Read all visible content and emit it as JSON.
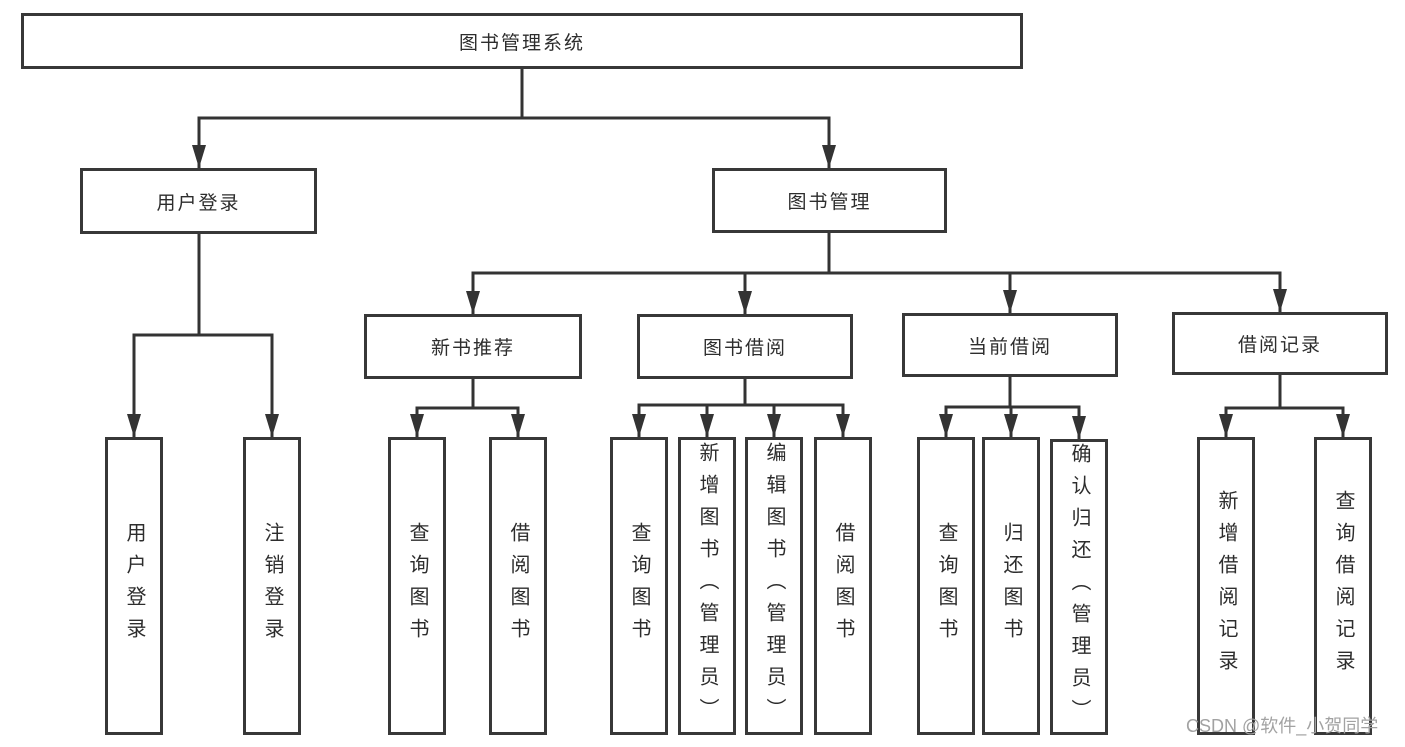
{
  "title": "图书管理系统",
  "watermark": "CSDN @软件_小贺同学",
  "colors": {
    "line": "#333333",
    "box_border": "#383838",
    "text": "#2d2d2d",
    "watermark": "#a2a2a2",
    "background": "#ffffff"
  },
  "diagram_type": "hierarchy-tree",
  "nodes": [
    {
      "id": "root",
      "label": "图书管理系统",
      "level": 1,
      "parent": null
    },
    {
      "id": "user-login",
      "label": "用户登录",
      "level": 2,
      "parent": "root"
    },
    {
      "id": "book-management",
      "label": "图书管理",
      "level": 2,
      "parent": "root"
    },
    {
      "id": "new-book-recommend",
      "label": "新书推荐",
      "level": 3,
      "parent": "book-management"
    },
    {
      "id": "book-borrow",
      "label": "图书借阅",
      "level": 3,
      "parent": "book-management"
    },
    {
      "id": "current-borrow",
      "label": "当前借阅",
      "level": 3,
      "parent": "book-management"
    },
    {
      "id": "borrow-records",
      "label": "借阅记录",
      "level": 3,
      "parent": "book-management"
    },
    {
      "id": "leaf-user-login",
      "label": "用户登录",
      "level": 4,
      "parent": "user-login"
    },
    {
      "id": "leaf-logout",
      "label": "注销登录",
      "level": 4,
      "parent": "user-login"
    },
    {
      "id": "leaf-query-books-recommend",
      "label": "查询图书",
      "level": 4,
      "parent": "new-book-recommend"
    },
    {
      "id": "leaf-borrow-books-recommend",
      "label": "借阅图书",
      "level": 4,
      "parent": "new-book-recommend"
    },
    {
      "id": "leaf-query-books-borrow",
      "label": "查询图书",
      "level": 4,
      "parent": "book-borrow"
    },
    {
      "id": "leaf-add-books-admin",
      "label": "新增图书（管理员）",
      "level": 4,
      "parent": "book-borrow"
    },
    {
      "id": "leaf-edit-books-admin",
      "label": "编辑图书（管理员）",
      "level": 4,
      "parent": "book-borrow"
    },
    {
      "id": "leaf-borrow-books-borrow",
      "label": "借阅图书",
      "level": 4,
      "parent": "book-borrow"
    },
    {
      "id": "leaf-query-books-current",
      "label": "查询图书",
      "level": 4,
      "parent": "current-borrow"
    },
    {
      "id": "leaf-return-books",
      "label": "归还图书",
      "level": 4,
      "parent": "current-borrow"
    },
    {
      "id": "leaf-confirm-return-admin",
      "label": "确认归还（管理员）",
      "level": 4,
      "parent": "current-borrow"
    },
    {
      "id": "leaf-add-borrow-record",
      "label": "新增借阅记录",
      "level": 4,
      "parent": "borrow-records"
    },
    {
      "id": "leaf-query-borrow-record",
      "label": "查询借阅记录",
      "level": 4,
      "parent": "borrow-records"
    }
  ]
}
